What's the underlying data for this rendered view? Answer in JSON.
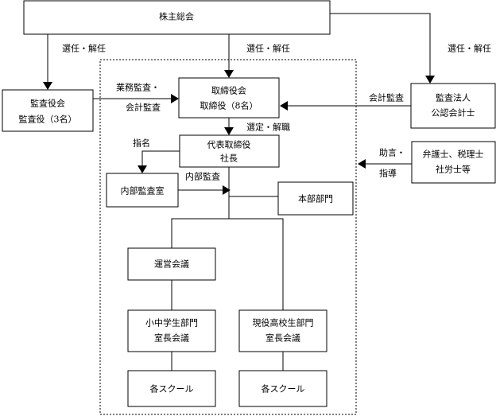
{
  "nodes": {
    "shareholders": "株主総会",
    "auditors": [
      "監査役会",
      "監査役（3名）"
    ],
    "board": [
      "取締役会",
      "取締役（8名）"
    ],
    "audit_firm": [
      "監査法人",
      "公認会計士"
    ],
    "president": [
      "代表取締役",
      "社長"
    ],
    "experts": [
      "弁護士、税理士",
      "社労士等"
    ],
    "internal_audit": "内部監査室",
    "headquarters": "本部部門",
    "management_meeting": "運営会議",
    "elementary_division": [
      "小中学生部門",
      "室長会議"
    ],
    "highschool_division": [
      "現役高校生部門",
      "室長会議"
    ],
    "schools_left": "各スクール",
    "schools_right": "各スクール"
  },
  "edges": {
    "elect_auditors": "選任・解任",
    "elect_board": "選任・解任",
    "elect_audit_firm": "選任・解任",
    "business_audit": [
      "業務監査・",
      "会計監査"
    ],
    "accounting_audit": "会計監査",
    "appoint_dismiss": "選定・解職",
    "nominate": "指名",
    "internal_audit_label": "内部監査",
    "advice": [
      "助言・",
      "指導"
    ]
  }
}
